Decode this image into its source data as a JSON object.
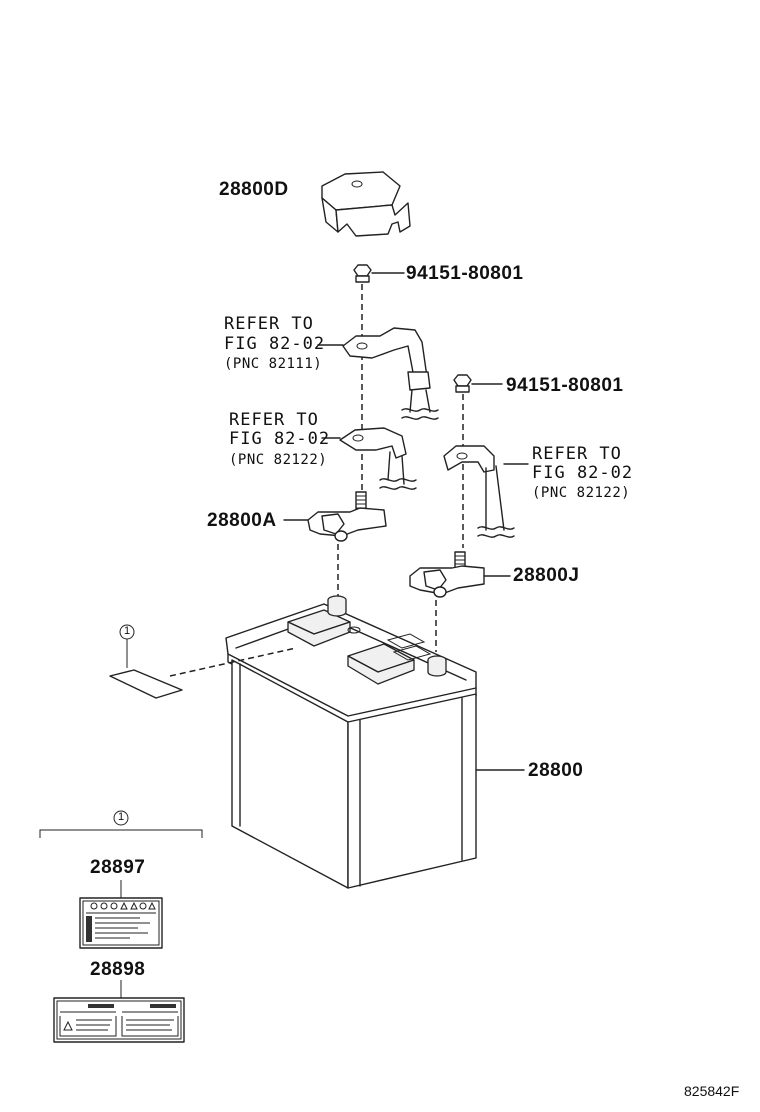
{
  "parts": {
    "cover": "28800D",
    "nut_upper": "94151-80801",
    "nut_lower": "94151-80801",
    "term_pos": "28800A",
    "term_neg": "28800J",
    "battery": "28800",
    "label_warning": "28897",
    "label_caution": "28898"
  },
  "refs": {
    "ref1": {
      "line1": "REFER TO",
      "line2": "FIG 82-02",
      "line3": "(PNC 82111)"
    },
    "ref2": {
      "line1": "REFER TO",
      "line2": "FIG 82-02",
      "line3": "(PNC 82122)"
    },
    "ref3": {
      "line1": "REFER TO",
      "line2": "FIG 82-02",
      "line3": "(PNC 82122)"
    }
  },
  "callout": {
    "number": "1"
  },
  "figure_id": "825842F"
}
